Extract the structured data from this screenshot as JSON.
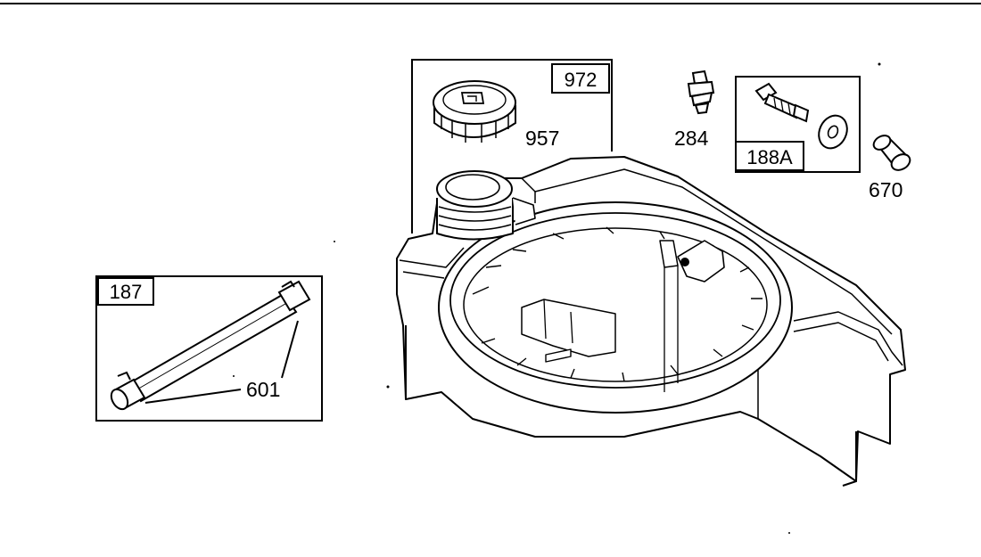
{
  "diagram": {
    "line_color": "#000000",
    "background_color": "#ffffff",
    "boxes": [
      {
        "id": "box-972",
        "label": "972"
      },
      {
        "id": "box-188a",
        "label": "188A"
      },
      {
        "id": "box-187",
        "label": "187"
      }
    ],
    "callouts": [
      {
        "id": "part-957",
        "label": "957"
      },
      {
        "id": "part-284",
        "label": "284"
      },
      {
        "id": "part-670",
        "label": "670"
      },
      {
        "id": "part-601",
        "label": "601"
      }
    ],
    "icons": [
      "fuel-tank-icon",
      "fuel-cap-icon",
      "fitting-icon",
      "screw-icon",
      "washer-icon",
      "bushing-icon",
      "fuel-line-icon",
      "hose-clamp-icon"
    ]
  }
}
